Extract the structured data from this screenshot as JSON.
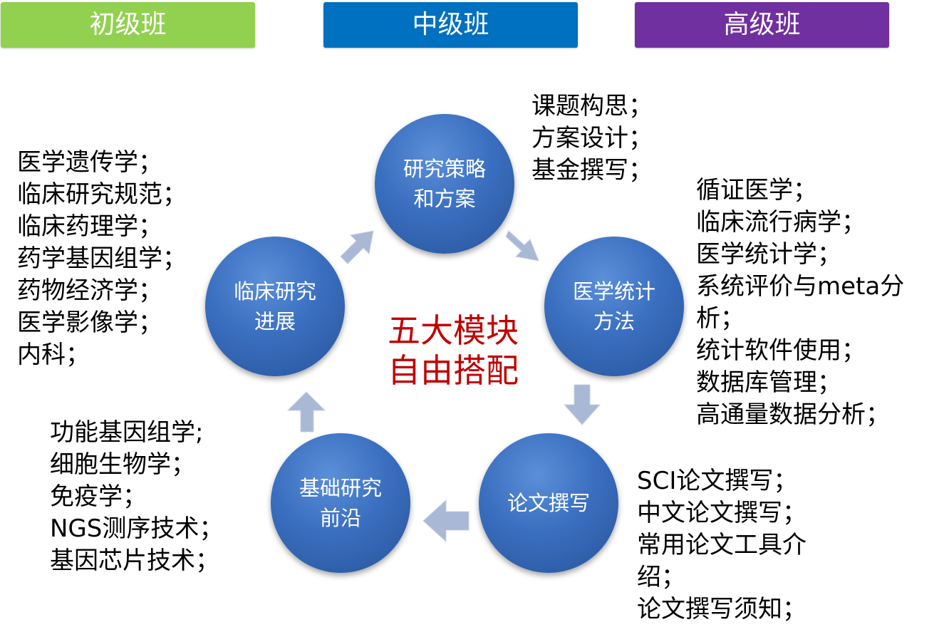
{
  "levels": {
    "beginner": "初级班",
    "intermediate": "中级班",
    "advanced": "高级班"
  },
  "center_title": {
    "line1": "五大模块",
    "line2": "自由搭配"
  },
  "modules": {
    "strategy": "研究策略和方案",
    "stats": "医学统计方法",
    "writing": "论文撰写",
    "basic": "基础研究前沿",
    "clinical": "临床研究进展"
  },
  "topics": {
    "strategy": [
      "课题构思；",
      "方案设计；",
      "基金撰写；"
    ],
    "stats": [
      "循证医学；",
      "临床流行病学；",
      "医学统计学；",
      "系统评价与meta分析；",
      "统计软件使用；",
      "数据库管理；",
      "高通量数据分析；"
    ],
    "writing": [
      "SCI论文撰写；",
      "中文论文撰写；",
      "常用论文工具介绍；",
      "论文撰写须知；"
    ],
    "basic": [
      "功能基因组学;",
      "细胞生物学；",
      "免疫学；",
      "NGS测序技术；",
      "基因芯片技术；"
    ],
    "clinical": [
      "医学遗传学；",
      "临床研究规范；",
      "临床药理学；",
      "药学基因组学；",
      "药物经济学；",
      "医学影像学；",
      "内科；"
    ]
  },
  "colors": {
    "beginner": "#92d050",
    "intermediate": "#0070c0",
    "advanced": "#7030a0",
    "module": "#3a6fc0",
    "center_title": "#c00000",
    "arrow": "#a9b8d4"
  }
}
